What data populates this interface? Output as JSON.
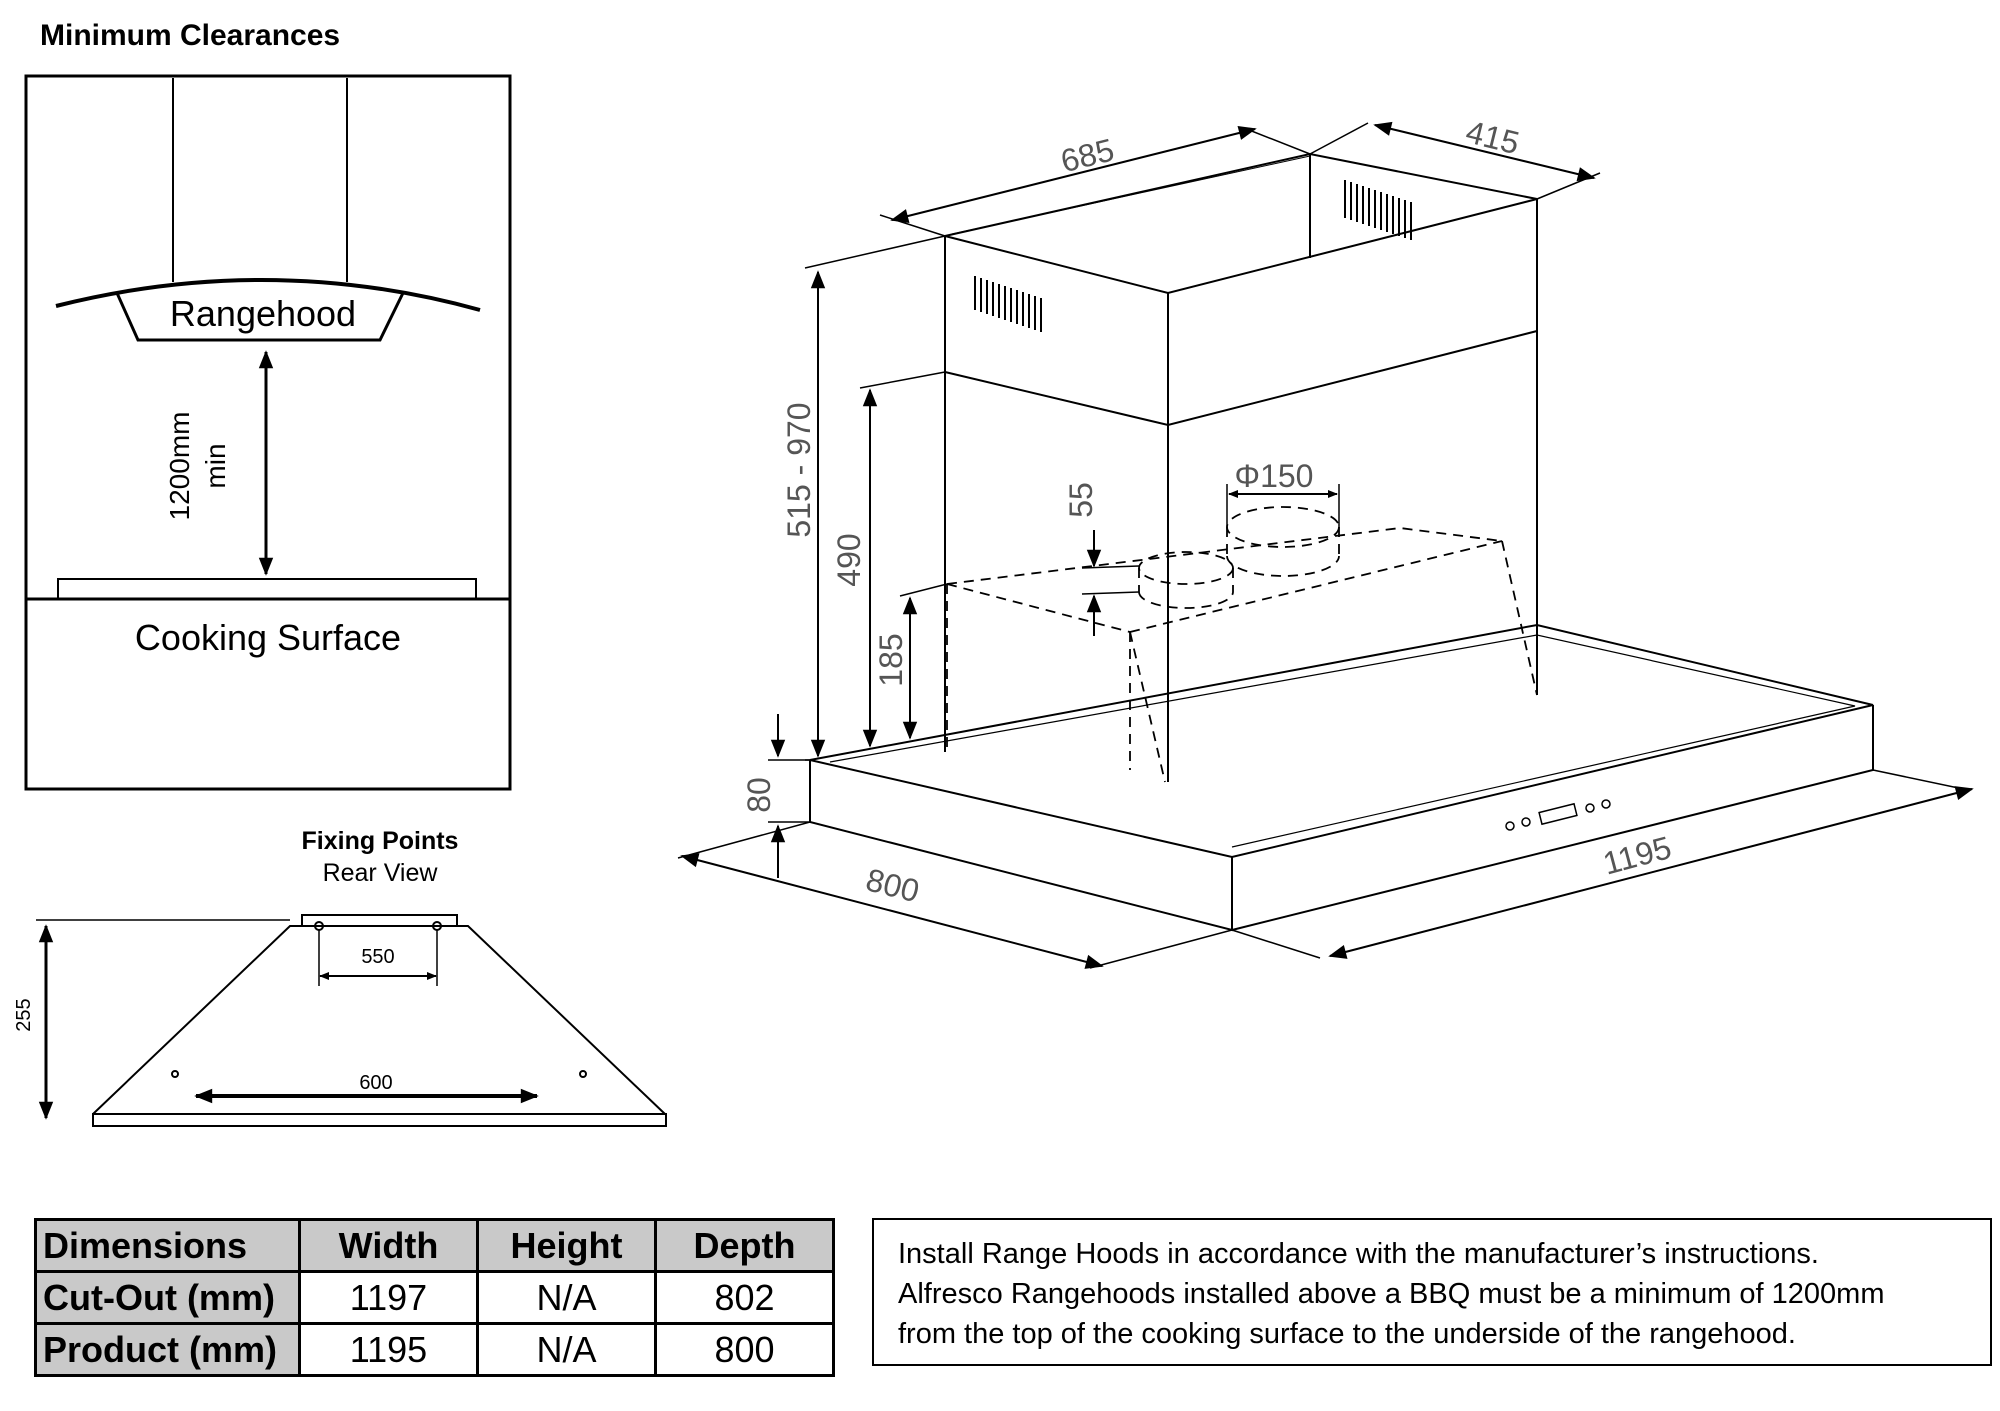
{
  "clearance": {
    "title": "Minimum Clearances",
    "rangehood_label": "Rangehood",
    "distance_label_1": "1200mm",
    "distance_label_2": "min",
    "cooking_label": "Cooking Surface"
  },
  "fixing": {
    "title": "Fixing Points",
    "subtitle": "Rear View",
    "height": "255",
    "inner_width": "550",
    "outer_width": "600"
  },
  "hood": {
    "top_width": "685",
    "top_depth": "415",
    "chimney_range": "515 - 970",
    "chimney_lower": "490",
    "collar_height": "55",
    "duct_diameter": "Φ150",
    "canopy_height": "185",
    "base_height": "80",
    "base_depth": "800",
    "base_width": "1195"
  },
  "dimensions_table": {
    "headers": [
      "Dimensions",
      "Width",
      "Height",
      "Depth"
    ],
    "rows": [
      {
        "label": "Cut-Out (mm)",
        "width": "1197",
        "height": "N/A",
        "depth": "802"
      },
      {
        "label": "Product (mm)",
        "width": "1195",
        "height": "N/A",
        "depth": "800"
      }
    ]
  },
  "note": {
    "line1": "Install Range Hoods in accordance with the manufacturer’s instructions.",
    "line2": "Alfresco Rangehoods installed above a BBQ must be a minimum of 1200mm",
    "line3": "from the top of the cooking surface to the underside of the rangehood."
  }
}
